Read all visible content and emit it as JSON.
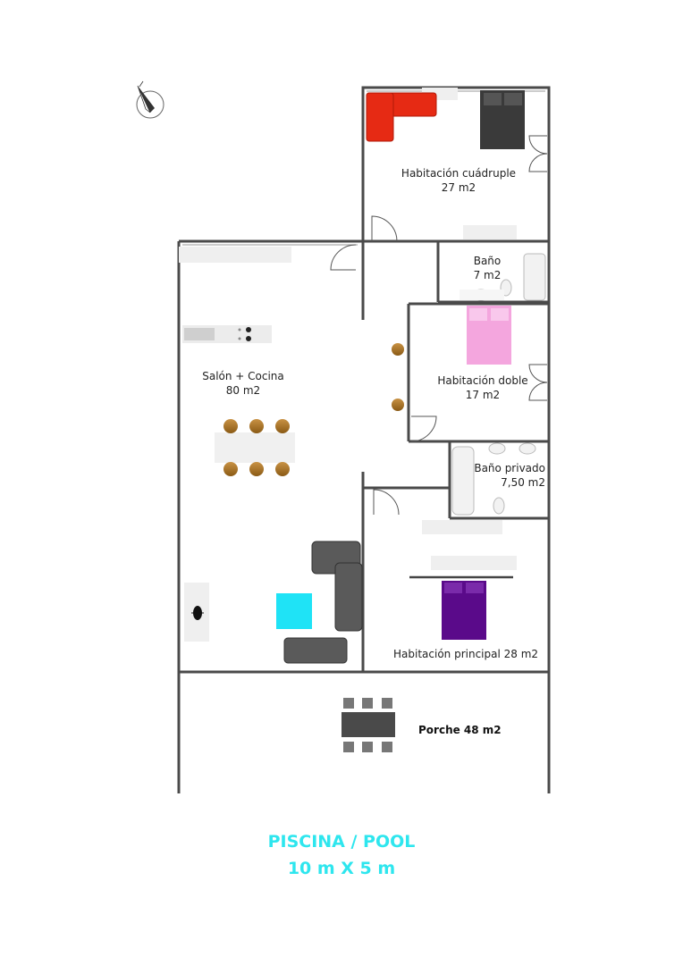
{
  "rooms": {
    "cuadruple": {
      "name": "Habitación cuádruple",
      "area": "27 m2"
    },
    "bano": {
      "name": "Baño",
      "area": "7 m2"
    },
    "salon": {
      "name": "Salón + Cocina",
      "area": "80 m2"
    },
    "doble": {
      "name": "Habitación doble",
      "area": "17 m2"
    },
    "bano_privado": {
      "name": "Baño privado",
      "area": "7,50 m2"
    },
    "principal": {
      "label": "Habitación principal 28 m2"
    },
    "porche": {
      "label": "Porche 48 m2"
    }
  },
  "pool": {
    "line1": "PISCINA / POOL",
    "line2": "10 m X 5 m"
  },
  "icons": {
    "compass": "north-arrow-icon"
  },
  "colors": {
    "wall": "#4a4a4a",
    "pool_text": "#2ee6ee",
    "bed_quad": "#3a3a3a",
    "bed_double": "#f4a6de",
    "bed_master": "#5a0a8a",
    "sofa_red": "#e62a14",
    "sofa_grey": "#5a5a5a",
    "table_cyan": "#1fe3f6",
    "chair_wood": "#b57c23"
  }
}
